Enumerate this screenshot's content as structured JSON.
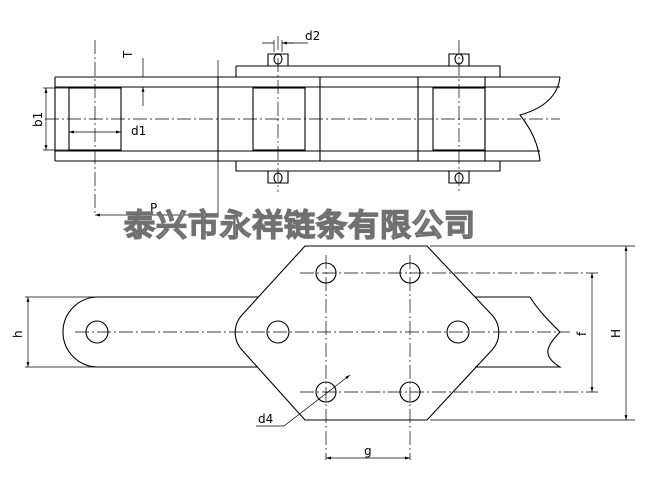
{
  "drawing": {
    "watermark": "泰兴市永祥链条有限公司",
    "labels": {
      "T": "T",
      "b1": "b1",
      "d1": "d1",
      "d2": "d2",
      "P": "P",
      "h": "h",
      "f": "f",
      "H": "H",
      "d4": "d4",
      "g": "g"
    }
  }
}
